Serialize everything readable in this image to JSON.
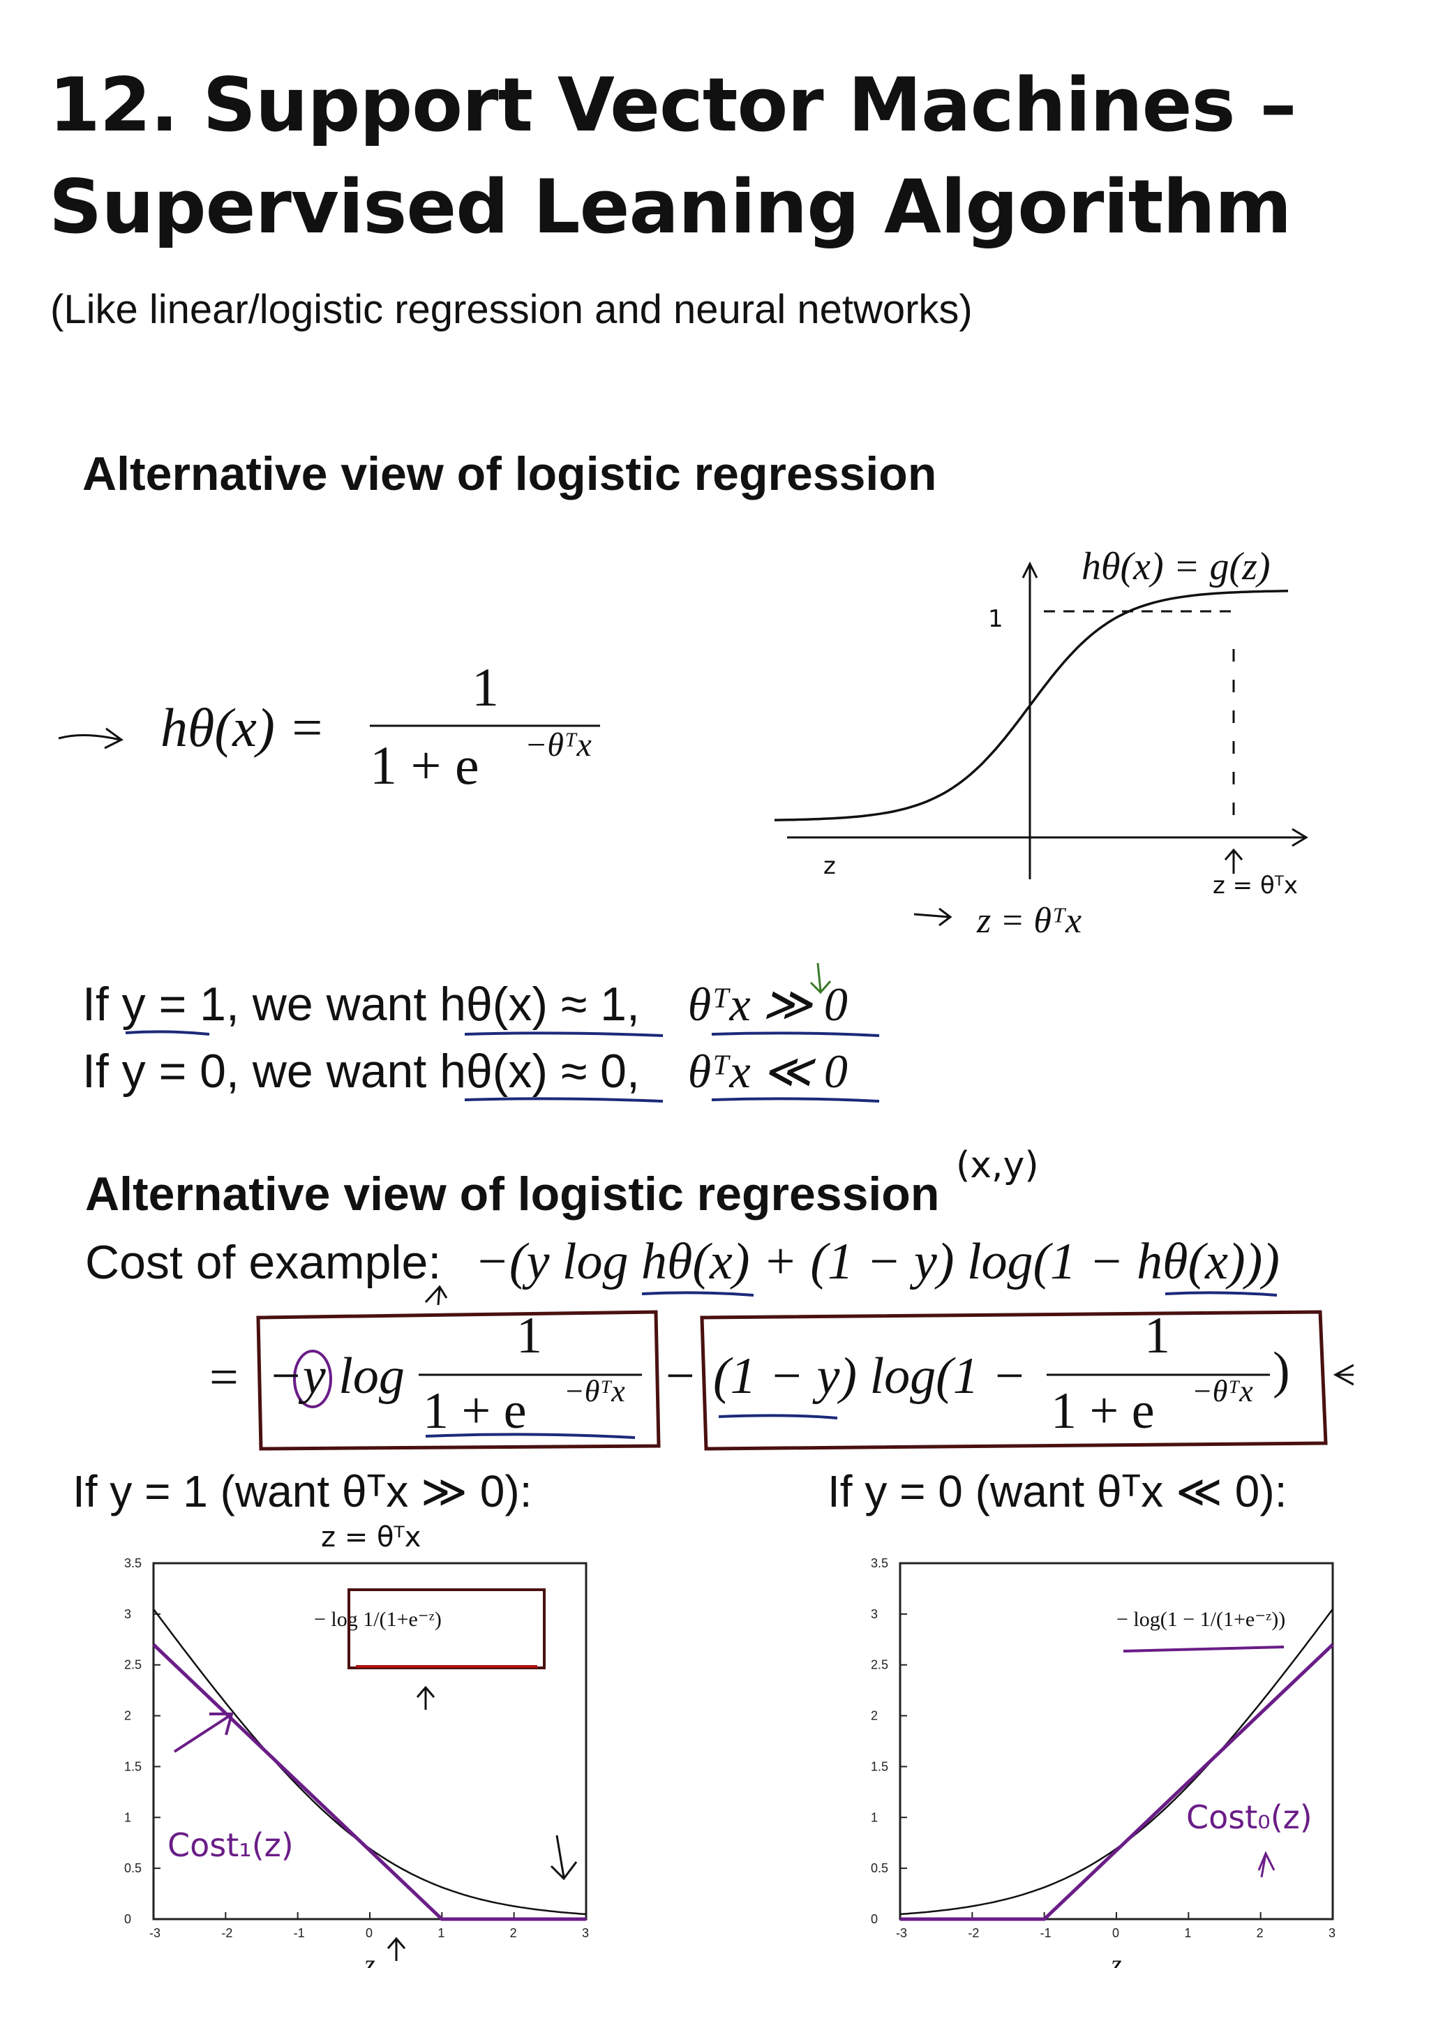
{
  "title": {
    "line1": "12.   Support Vector Machines –",
    "line2": "Supervised Leaning Algorithm"
  },
  "subtitle": "(Like linear/logistic regression and neural networks)",
  "section1": {
    "heading": "Alternative view of logistic regression",
    "hypothesis": {
      "lhs": "hθ(x) =",
      "numerator": "1",
      "denominator": "1 + e",
      "exponent": "−θᵀx"
    },
    "sigmoid_plot": {
      "label": "hθ(x) = g(z)",
      "xlabel": "z = θᵀx",
      "annotations": {
        "one_mark": "1",
        "z_mark": "z",
        "z_theta": "z = θᵀx"
      }
    },
    "conditions": [
      {
        "text": "If y = 1, we want hθ(x) ≈ 1,",
        "rhs": "θᵀx ≫ 0"
      },
      {
        "text": "If y = 0, we want hθ(x) ≈ 0,",
        "rhs": "θᵀx ≪ 0"
      }
    ]
  },
  "section2": {
    "heading": "Alternative view of logistic regression",
    "xy_note": "(x,y)",
    "cost_label": "Cost of example:",
    "cost_expr": "−(y log hθ(x) + (1 − y) log(1 − hθ(x)))",
    "expanded": {
      "eq": "=",
      "term1_prefix": "−y log",
      "term1_num": "1",
      "term1_den": "1 + e",
      "term1_exp": "−θᵀx",
      "minus": "−",
      "term2_prefix": "(1 − y) log(1 −",
      "term2_num": "1",
      "term2_den": "1 + e",
      "term2_exp": "−θᵀx",
      "term2_close": ")"
    }
  },
  "plots": [
    {
      "caption": "If y = 1 (want θᵀx ≫ 0):",
      "note": "z = θᵀx",
      "legend": "− log 1/(1+e⁻ᶻ)",
      "cost_label": "Cost₁(z)",
      "xlabel": "z",
      "xticks": [
        "-3",
        "-2",
        "-1",
        "0",
        "1",
        "2",
        "3"
      ],
      "yticks": [
        "0",
        "0.5",
        "1",
        "1.5",
        "2",
        "2.5",
        "3",
        "3.5"
      ]
    },
    {
      "caption": "If y = 0 (want θᵀx ≪ 0):",
      "legend": "− log(1 − 1/(1+e⁻ᶻ))",
      "cost_label": "Cost₀(z)",
      "xlabel": "z",
      "xticks": [
        "-3",
        "-2",
        "-1",
        "0",
        "1",
        "2",
        "3"
      ],
      "yticks": [
        "0",
        "0.5",
        "1",
        "1.5",
        "2",
        "2.5",
        "3",
        "3.5"
      ]
    }
  ],
  "colors": {
    "ink": "#111111",
    "annotation": "#6a1d87",
    "box": "#4a1010"
  }
}
